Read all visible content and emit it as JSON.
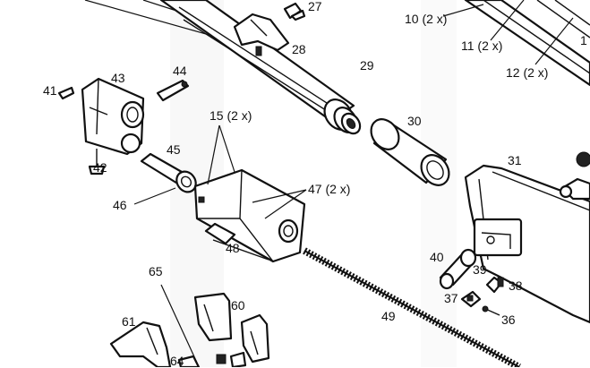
{
  "labels": {
    "p27": "27",
    "p28": "28",
    "p29": "29",
    "p30": "30",
    "p31": "31",
    "p10": "10 (2 x)",
    "p11": "11 (2 x)",
    "p12": "12 (2 x)",
    "p1x": "1",
    "p41": "41",
    "p43": "43",
    "p44": "44",
    "p42": "42",
    "p15": "15 (2 x)",
    "p45": "45",
    "p46": "46",
    "p47": "47 (2 x)",
    "p48": "48",
    "p40": "40",
    "p39": "39",
    "p38": "38",
    "p37": "37",
    "p36": "36",
    "p49": "49",
    "p65": "65",
    "p60": "60",
    "p61": "61",
    "p64": "64"
  }
}
